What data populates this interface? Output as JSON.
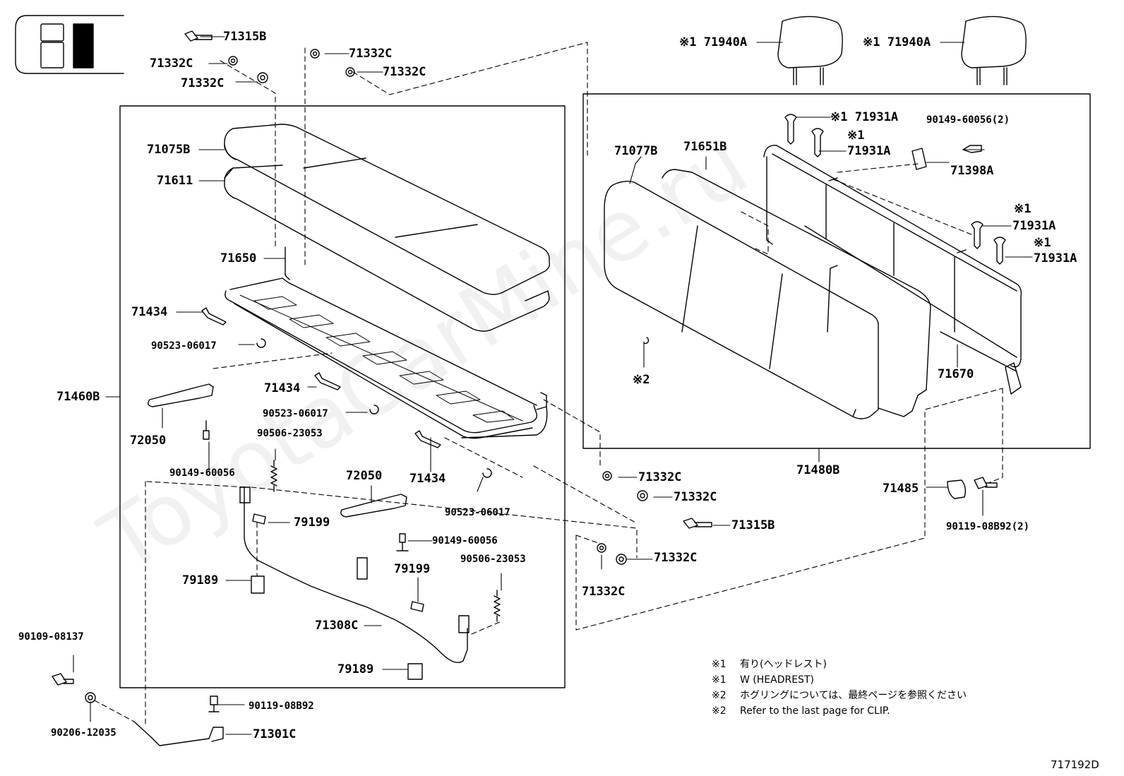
{
  "diagram_id": "717192D",
  "watermark": "ToyotaCarMine.ru",
  "callouts": [
    {
      "key": "c71315B_top",
      "text": "71315B"
    },
    {
      "key": "c71332C_a",
      "text": "71332C"
    },
    {
      "key": "c71332C_b",
      "text": "71332C"
    },
    {
      "key": "c71332C_c",
      "text": "71332C"
    },
    {
      "key": "c71332C_d",
      "text": "71332C"
    },
    {
      "key": "c71075B",
      "text": "71075B"
    },
    {
      "key": "c71611",
      "text": "71611"
    },
    {
      "key": "c71650",
      "text": "71650"
    },
    {
      "key": "c71434_a",
      "text": "71434"
    },
    {
      "key": "c90523_a",
      "text": "90523-06017"
    },
    {
      "key": "c71460B",
      "text": "71460B"
    },
    {
      "key": "c72050_a",
      "text": "72050"
    },
    {
      "key": "c71434_b",
      "text": "71434"
    },
    {
      "key": "c90523_b",
      "text": "90523-06017"
    },
    {
      "key": "c90506_a",
      "text": "90506-23053"
    },
    {
      "key": "c90149_a",
      "text": "90149-60056"
    },
    {
      "key": "c72050_b",
      "text": "72050"
    },
    {
      "key": "c71434_c",
      "text": "71434"
    },
    {
      "key": "c90523_c",
      "text": "90523-06017"
    },
    {
      "key": "c79199_a",
      "text": "79199"
    },
    {
      "key": "c90149_b",
      "text": "90149-60056"
    },
    {
      "key": "c79189_a",
      "text": "79189"
    },
    {
      "key": "c79199_b",
      "text": "79199"
    },
    {
      "key": "c90506_b",
      "text": "90506-23053"
    },
    {
      "key": "c71308C",
      "text": "71308C"
    },
    {
      "key": "c79189_b",
      "text": "79189"
    },
    {
      "key": "c90109",
      "text": "90109-08137"
    },
    {
      "key": "c90206",
      "text": "90206-12035"
    },
    {
      "key": "c90119_a",
      "text": "90119-08B92"
    },
    {
      "key": "c71301C",
      "text": "71301C"
    },
    {
      "key": "c71332C_e",
      "text": "71332C"
    },
    {
      "key": "c71332C_f",
      "text": "71332C"
    },
    {
      "key": "c71315B_b",
      "text": "71315B"
    },
    {
      "key": "c71332C_g",
      "text": "71332C"
    },
    {
      "key": "c71332C_h",
      "text": "71332C"
    },
    {
      "key": "c71940A_a",
      "text": "※1 71940A"
    },
    {
      "key": "c71940A_b",
      "text": "※1 71940A"
    },
    {
      "key": "c71931A_a",
      "text": "※1 71931A"
    },
    {
      "key": "c71931A_b1",
      "text": "※1"
    },
    {
      "key": "c71931A_b2",
      "text": "71931A"
    },
    {
      "key": "c90149_c",
      "text": "90149-60056(2)"
    },
    {
      "key": "c71398A",
      "text": "71398A"
    },
    {
      "key": "c71077B",
      "text": "71077B"
    },
    {
      "key": "c71651B",
      "text": "71651B"
    },
    {
      "key": "c71931A_c1",
      "text": "※1"
    },
    {
      "key": "c71931A_c2",
      "text": "71931A"
    },
    {
      "key": "c71931A_d1",
      "text": "※1"
    },
    {
      "key": "c71931A_d2",
      "text": "71931A"
    },
    {
      "key": "c_note2",
      "text": "※2"
    },
    {
      "key": "c71670",
      "text": "71670"
    },
    {
      "key": "c71480B",
      "text": "71480B"
    },
    {
      "key": "c71485",
      "text": "71485"
    },
    {
      "key": "c90119_b",
      "text": "90119-08B92(2)"
    }
  ],
  "notes": [
    {
      "mark": "※1",
      "text": "有り(ヘッドレスト)"
    },
    {
      "mark": "※1",
      "text": "W (HEADREST)"
    },
    {
      "mark": "※2",
      "text": "ホグリングについては、最終ページを参照ください"
    },
    {
      "mark": "※2",
      "text": "Refer to the last page for CLIP."
    }
  ]
}
